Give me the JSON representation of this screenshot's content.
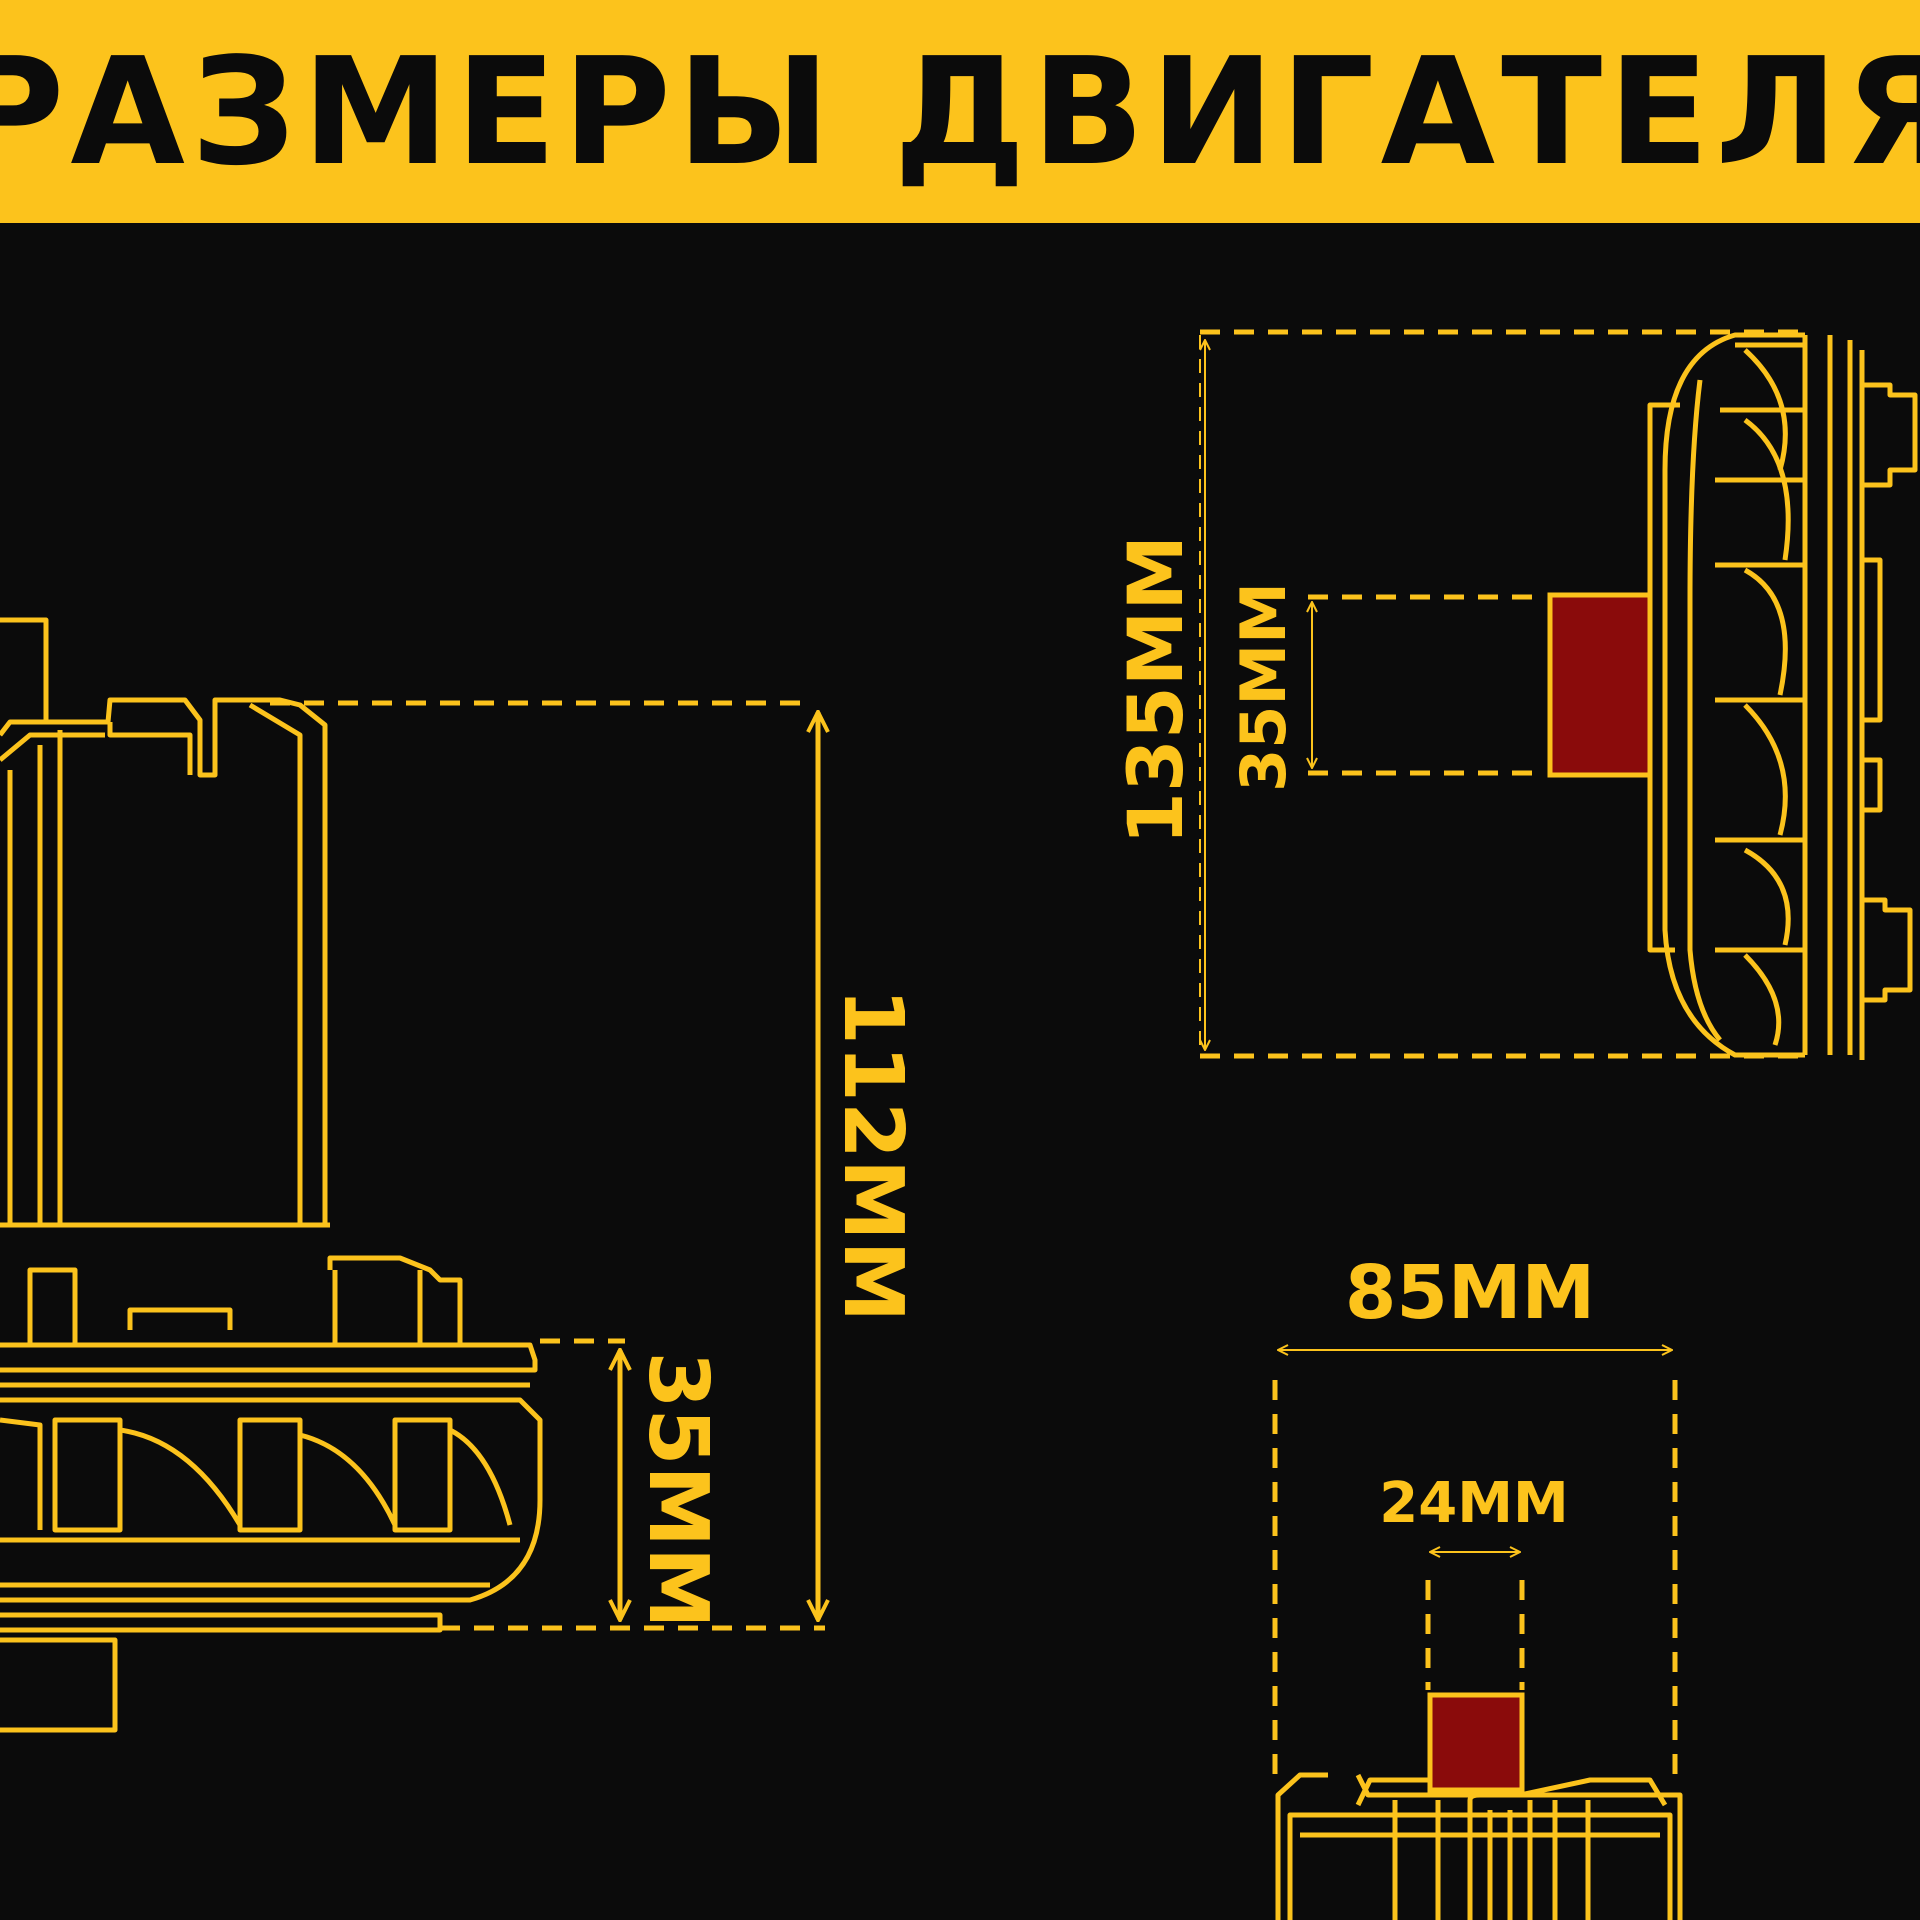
{
  "header": {
    "title": "РАЗМЕРЫ ДВИГАТЕЛЯ"
  },
  "colors": {
    "banner": "#fcc31c",
    "background": "#0b0b0b",
    "line": "#fcc31c",
    "highlight": "#8a0b0b"
  },
  "side_view": {
    "height_label": "112MM",
    "fan_height_label": "35MM"
  },
  "top_right_view": {
    "diameter_label": "135MM",
    "shaft_label": "35MM"
  },
  "bottom_view": {
    "width_label": "85MM",
    "shaft_width_label": "24MM"
  }
}
